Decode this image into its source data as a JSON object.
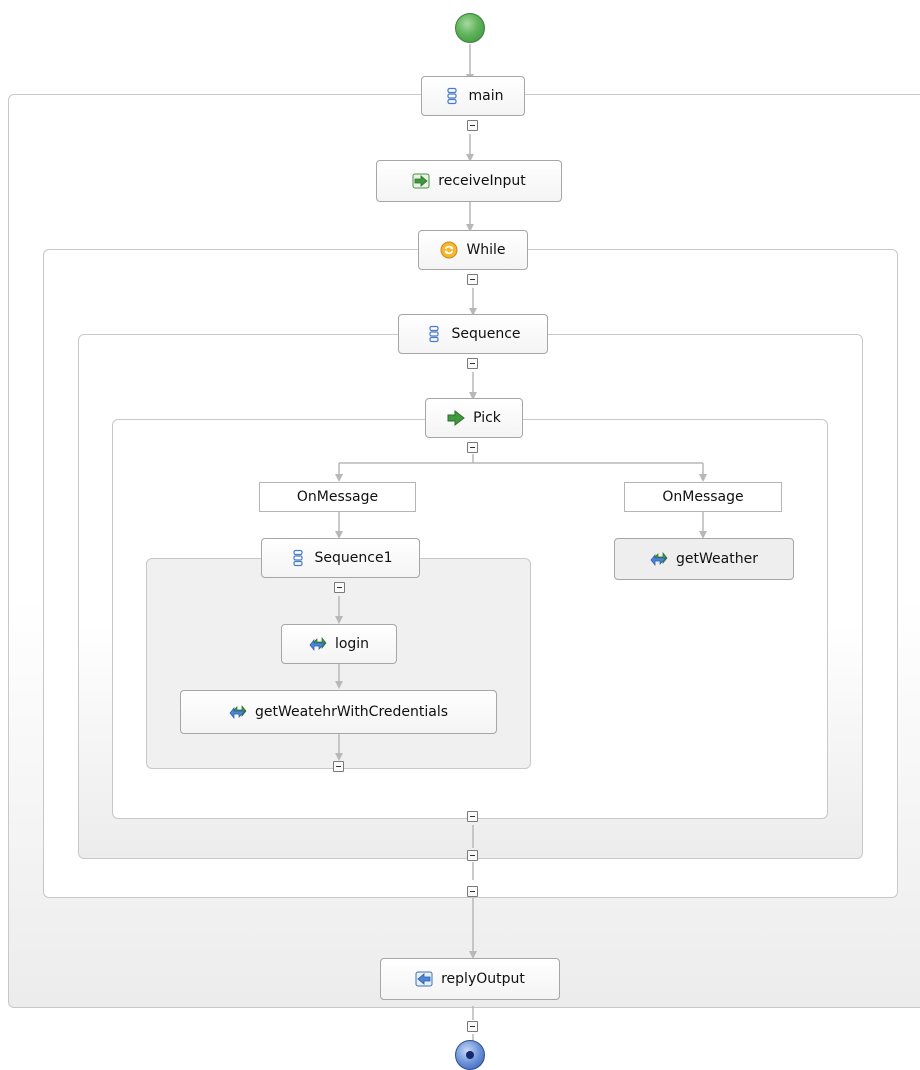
{
  "process": {
    "main_label": "main",
    "receive_label": "receiveInput",
    "while_label": "While",
    "sequence_label": "Sequence",
    "pick_label": "Pick",
    "onmessage_left_label": "OnMessage",
    "onmessage_right_label": "OnMessage",
    "sequence1_label": "Sequence1",
    "login_label": "login",
    "get_weather_creds_label": "getWeatehrWithCredentials",
    "get_weather_label": "getWeather",
    "reply_label": "replyOutput"
  },
  "icons": {
    "main": "sequence-icon",
    "receive": "receive-arrow-icon",
    "while": "loop-icon",
    "sequence": "sequence-icon",
    "pick": "pick-arrow-icon",
    "sequence1": "sequence-icon",
    "login": "invoke-icon",
    "get_weather_creds": "invoke-icon",
    "get_weather": "invoke-icon",
    "reply": "reply-icon"
  },
  "colors": {
    "start": "#5fb35a",
    "end": "#2f56a8",
    "connector": "#b8b8b8",
    "container_border": "#c8c8c8"
  }
}
